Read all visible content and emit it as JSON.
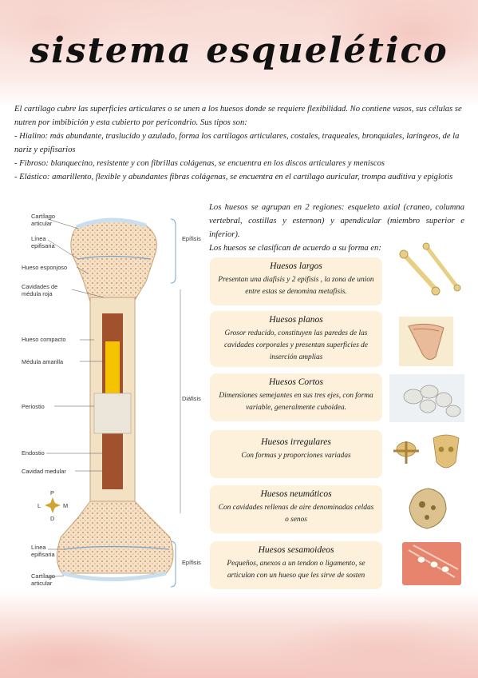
{
  "title": "sistema esquelético",
  "intro": {
    "p1": "El cartílago cubre las superficies articulares o se unen a los huesos donde se requiere flexibilidad. No contiene vasos, sus células se nutren por imbibición y esta cubierto por pericondrio. Sus tipos son:",
    "p2": "- Hialino: más abundante, traslucido y azulado, forma los cartílagos articulares, costales, traqueales, bronquiales, laríngeos, de la nariz y epifisarios",
    "p3": "- Fibroso: blanquecino, resistente y con fibrillas colágenas, se encuentra en los discos articulares y meniscos",
    "p4": "- Elástico: amarillento, flexible y abundantes fibras colágenas, se encuentra en el cartílago auricular, trompa auditiva y epiglotis"
  },
  "bone_labels": {
    "cartilago_top": "Cartílago\narticular",
    "linea_top": "Línea\nepifisaria",
    "esponjoso": "Hueso esponjoso",
    "cavidades": "Cavidades de\nmédula roja",
    "compacto": "Hueso compacto",
    "medula": "Médula amarilla",
    "periostio": "Periostio",
    "endostio": "Endostio",
    "cavidad": "Cavidad medular",
    "linea_bottom": "Línea\nepifisaria",
    "cartilago_bottom": "Cartílago\narticular",
    "epifisis_top": "Epífisis",
    "diafisis": "Diáfisis",
    "epifisis_bottom": "Epífisis",
    "compass_p": "P",
    "compass_l": "L",
    "compass_m": "M",
    "compass_d": "D"
  },
  "right_intro": {
    "p1": "Los huesos se agrupan en 2 regiones: esqueleto axial (craneo, columna vertebral, costillas y esternon) y apendicular (miembro superior e inferior).",
    "p2": "Los huesos se clasifican de acuerdo a su forma en:"
  },
  "cards": [
    {
      "title": "Huesos largos",
      "text": "Presentan una diafisis y 2 epifisis , la zona de union entre estas se denomina metafisis."
    },
    {
      "title": "Huesos planos",
      "text": "Grosor reducido, constituyen las paredes de las cavidades corporales y presentan superficies de inserción amplias"
    },
    {
      "title": "Huesos Cortos",
      "text": "Dimensiones semejantes en sus tres ejes, con forma variable, generalmente cuboidea."
    },
    {
      "title": "Huesos irregulares",
      "text": "Con formas y proporciones variadas"
    },
    {
      "title": "Huesos neumáticos",
      "text": "Con cavidades rellenas de aire denominadas celdas o senos"
    },
    {
      "title": "Huesos sesamoideos",
      "text": "Pequeños, anexos a un tendon o ligamento, se articulan con un hueso que les sirve de sosten"
    }
  ],
  "colors": {
    "card_bg": "#fdf1db",
    "bone": "#f3e1c4",
    "marrow_red": "#a2512e",
    "marrow_yellow": "#f6c300",
    "cartilage_blue": "#c9dff0"
  }
}
